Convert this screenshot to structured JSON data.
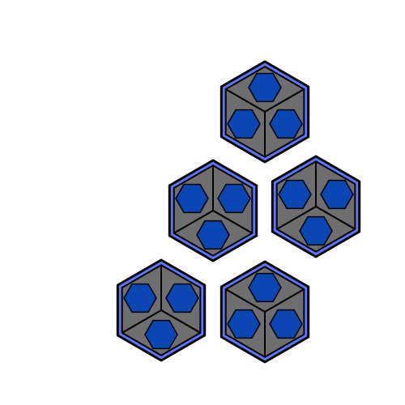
{
  "diagram": {
    "colors": {
      "background": "#ffffff",
      "outer_fill": "#5a78ff",
      "rhombus_fill": "#6e6e6e",
      "inner_fill": "#0a46b4",
      "stroke": "#000000"
    },
    "tile_count": 5,
    "tiles": [
      {
        "id": "top",
        "rhombus_count": 3,
        "inner_hex_count": 3
      },
      {
        "id": "middle-left",
        "rhombus_count": 3,
        "inner_hex_count": 3
      },
      {
        "id": "middle-right",
        "rhombus_count": 3,
        "inner_hex_count": 3
      },
      {
        "id": "bottom-left",
        "rhombus_count": 3,
        "inner_hex_count": 3
      },
      {
        "id": "bottom-right",
        "rhombus_count": 3,
        "inner_hex_count": 3
      }
    ]
  }
}
